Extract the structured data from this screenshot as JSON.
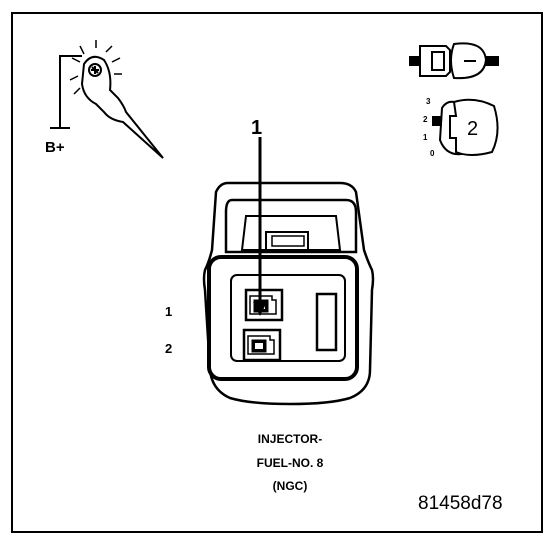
{
  "probe_icon": {
    "supply_label": "B+"
  },
  "connector_view_icon": {
    "key_position_labels": [
      "3",
      "2",
      "1",
      "0"
    ],
    "key_number": "2"
  },
  "connector": {
    "pin_callout": "1",
    "row_labels": [
      "1",
      "2"
    ]
  },
  "caption": {
    "lines": [
      "INJECTOR-",
      "FUEL-NO. 8",
      "(NGC)"
    ]
  },
  "figure_id": "81458d78"
}
